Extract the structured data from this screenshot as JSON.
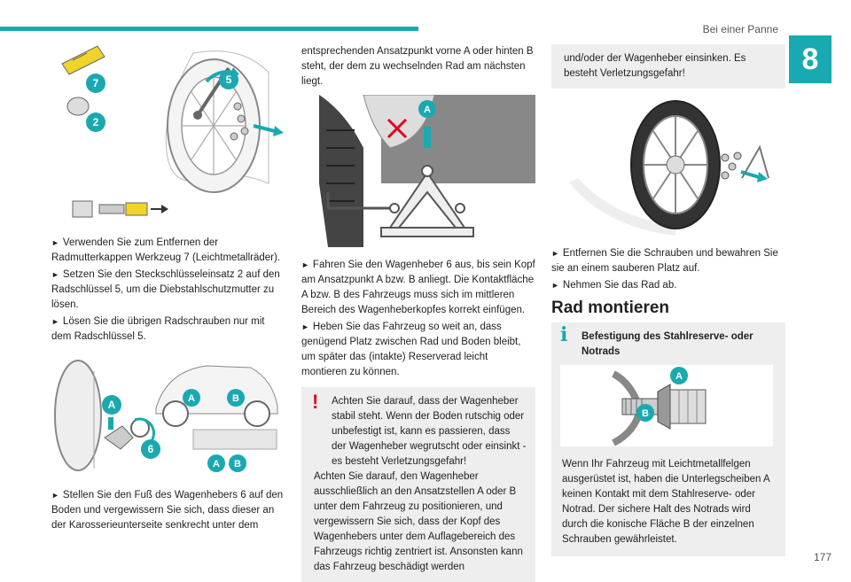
{
  "header": {
    "section": "Bei einer Panne",
    "chapter": "8",
    "page": "177"
  },
  "labels": {
    "seven": "7",
    "two": "2",
    "five": "5",
    "six": "6",
    "a": "A",
    "b": "B"
  },
  "col1": {
    "p1": "Verwenden Sie zum Entfernen der Radmutterkappen Werkzeug 7 (Leichtmetallräder).",
    "p2": "Setzen Sie den Steckschlüsseleinsatz 2 auf den Radschlüssel 5, um die Diebstahlschutzmutter zu lösen.",
    "p3": "Lösen Sie die übrigen Radschrauben nur mit dem Radschlüssel 5.",
    "p4": "Stellen Sie den Fuß des Wagenhebers 6 auf den Boden und vergewissern Sie sich, dass dieser an der Karosserieunterseite senkrecht unter dem"
  },
  "col2": {
    "p1": "entsprechenden Ansatzpunkt vorne A oder hinten B steht, der dem zu wechselnden Rad am nächsten liegt.",
    "p2": "Fahren Sie den Wagenheber 6 aus, bis sein Kopf am Ansatzpunkt A bzw. B anliegt. Die Kontaktfläche A bzw. B des Fahrzeugs muss sich im mittleren Bereich des Wagenheberkopfes korrekt einfügen.",
    "p3": "Heben Sie das Fahrzeug so weit an, dass genügend Platz zwischen Rad und Boden bleibt, um später das (intakte) Reserverad leicht montieren zu können.",
    "warn1": "Achten Sie darauf, dass der Wagenheber stabil steht. Wenn der Boden rutschig oder unbefestigt ist, kann es passieren, dass der Wagenheber wegrutscht oder einsinkt - es besteht Verletzungsgefahr!",
    "warn2": "Achten Sie darauf, den Wagenheber ausschließlich an den Ansatzstellen A oder B unter dem Fahrzeug zu positionieren, und vergewissern Sie sich, dass der Kopf des Wagenhebers unter dem Auflagebereich des Fahrzeugs richtig zentriert ist. Ansonsten kann das Fahrzeug beschädigt werden"
  },
  "col3": {
    "warncont": "und/oder der Wagenheber einsinken. Es besteht Verletzungsgefahr!",
    "p1": "Entfernen Sie die Schrauben und bewahren Sie sie an einem sauberen Platz auf.",
    "p2": "Nehmen Sie das Rad ab.",
    "heading": "Rad montieren",
    "info_title": "Befestigung des Stahlreserve- oder Notrads",
    "info_text": "Wenn Ihr Fahrzeug mit Leichtmetallfelgen ausgerüstet ist, haben die Unterlegscheiben A keinen Kontakt mit dem Stahlreserve- oder Notrad. Der sichere Halt des Notrads wird durch die konische Fläche B der einzelnen Schrauben gewährleistet."
  },
  "colors": {
    "accent": "#1aa9b0",
    "warning": "#e2001a",
    "box": "#eeeeee",
    "tool": "#f2d32a"
  }
}
